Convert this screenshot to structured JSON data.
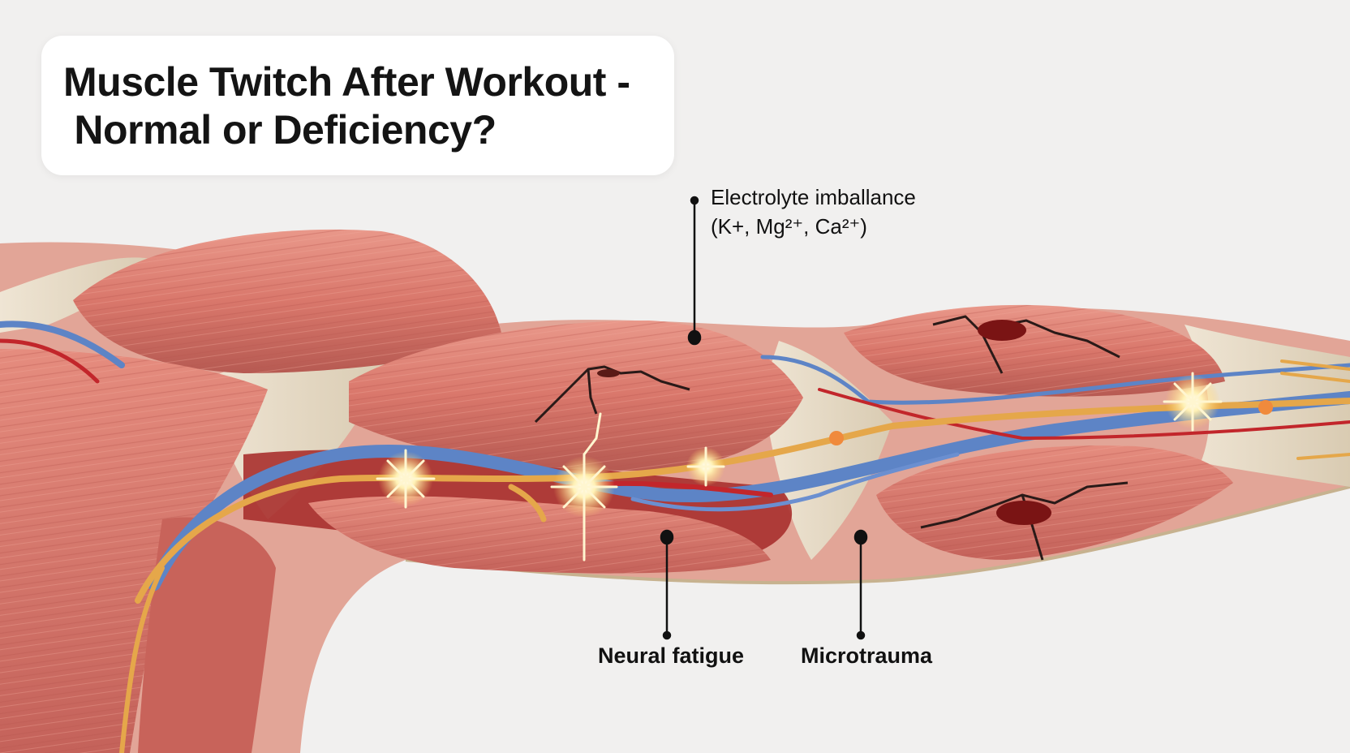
{
  "title": {
    "line1": "Muscle Twitch After Workout -",
    "line2": " Normal or Deficiency?"
  },
  "callouts": {
    "electrolyte_line1": "Electrolyte imballance",
    "electrolyte_line2": "(K+, Mg²⁺, Ca²⁺)",
    "neural": "Neural fatigue",
    "microtrauma": "Microtrauma"
  },
  "colors": {
    "muscle": "#d9776b",
    "muscle_dark": "#b9463f",
    "tendon": "#e6dccb",
    "nerve": "#e5a74a",
    "vein": "#5d84c6",
    "artery": "#c2262b",
    "spark": "#fff4c2"
  }
}
